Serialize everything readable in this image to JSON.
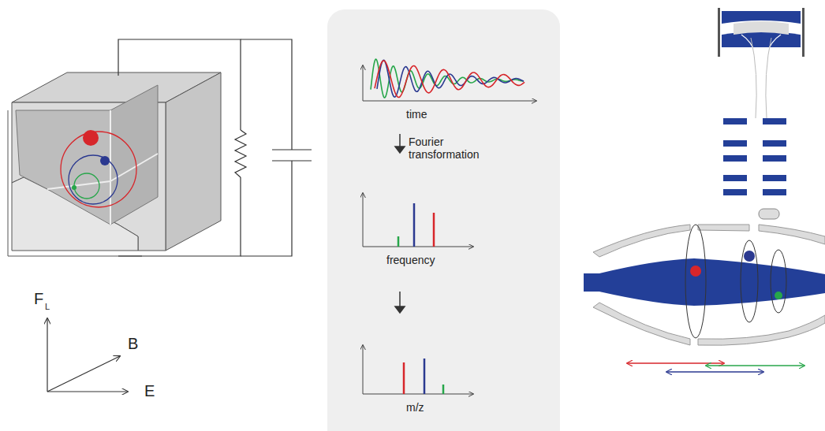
{
  "diagram": {
    "labels": [
      "time",
      "Fourier transformation",
      "frequency",
      "m/z",
      "F",
      "L",
      "B",
      "E"
    ]
  }
}
